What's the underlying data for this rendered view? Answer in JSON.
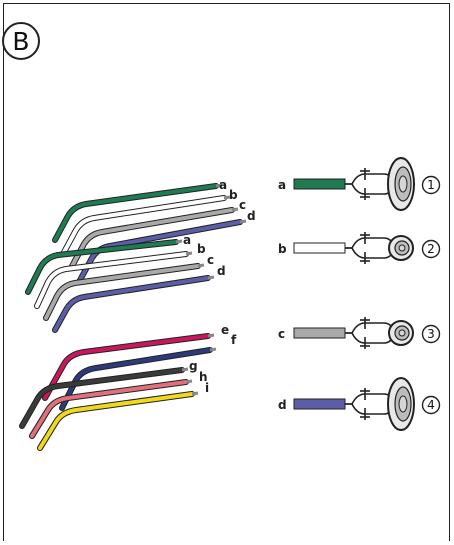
{
  "panel": {
    "badge": "B"
  },
  "colors": {
    "green": "#1e7b52",
    "white": "#ffffff",
    "gray": "#a9a9a9",
    "blue": "#5b5ea6",
    "pink": "#c8175c",
    "navy": "#2b3a7a",
    "black": "#3a3a3a",
    "salmon": "#e0707c",
    "yellow": "#f0d81a"
  },
  "wire_group_1": {
    "labels": [
      "a",
      "b",
      "c",
      "d"
    ]
  },
  "wire_group_2": {
    "labels": [
      "a",
      "b",
      "c",
      "d"
    ]
  },
  "wire_group_3": {
    "labels": [
      "e",
      "f",
      "g",
      "h",
      "i"
    ]
  },
  "connections": [
    {
      "wire_label": "a",
      "number": "1",
      "speaker": "oval"
    },
    {
      "wire_label": "b",
      "number": "2",
      "speaker": "round"
    },
    {
      "wire_label": "c",
      "number": "3",
      "speaker": "round"
    },
    {
      "wire_label": "d",
      "number": "4",
      "speaker": "oval"
    }
  ]
}
